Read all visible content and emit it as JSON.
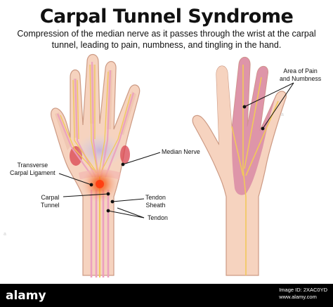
{
  "header": {
    "title": "Carpal Tunnel Syndrome",
    "subtitle": "Compression of the median nerve as it passes through the wrist at the carpal tunnel, leading to pain, numbness, and tingling in the hand."
  },
  "labels": {
    "transverse_carpal_ligament": "Transverse\nCarpal Ligament",
    "median_nerve": "Median Nerve",
    "carpal_tunnel": "Carpal\nTunnel",
    "tendon_sheath": "Tendon\nSheath",
    "tendon": "Tendon",
    "area_of_pain": "Area of Pain\nand Numbness"
  },
  "footer": {
    "brand": "alamy",
    "image_id_line": "Image ID: 2XAC0YD",
    "url_line": "www.alamy.com"
  },
  "colors": {
    "skin": "#f6d3bf",
    "skin_shade": "#e9b7a2",
    "outline": "#cc9a84",
    "tendon": "#ec9fbf",
    "nerve": "#f1c95a",
    "pain": "#e83a18",
    "numb_area": "#d98aa4",
    "footer_bg": "#000000"
  }
}
